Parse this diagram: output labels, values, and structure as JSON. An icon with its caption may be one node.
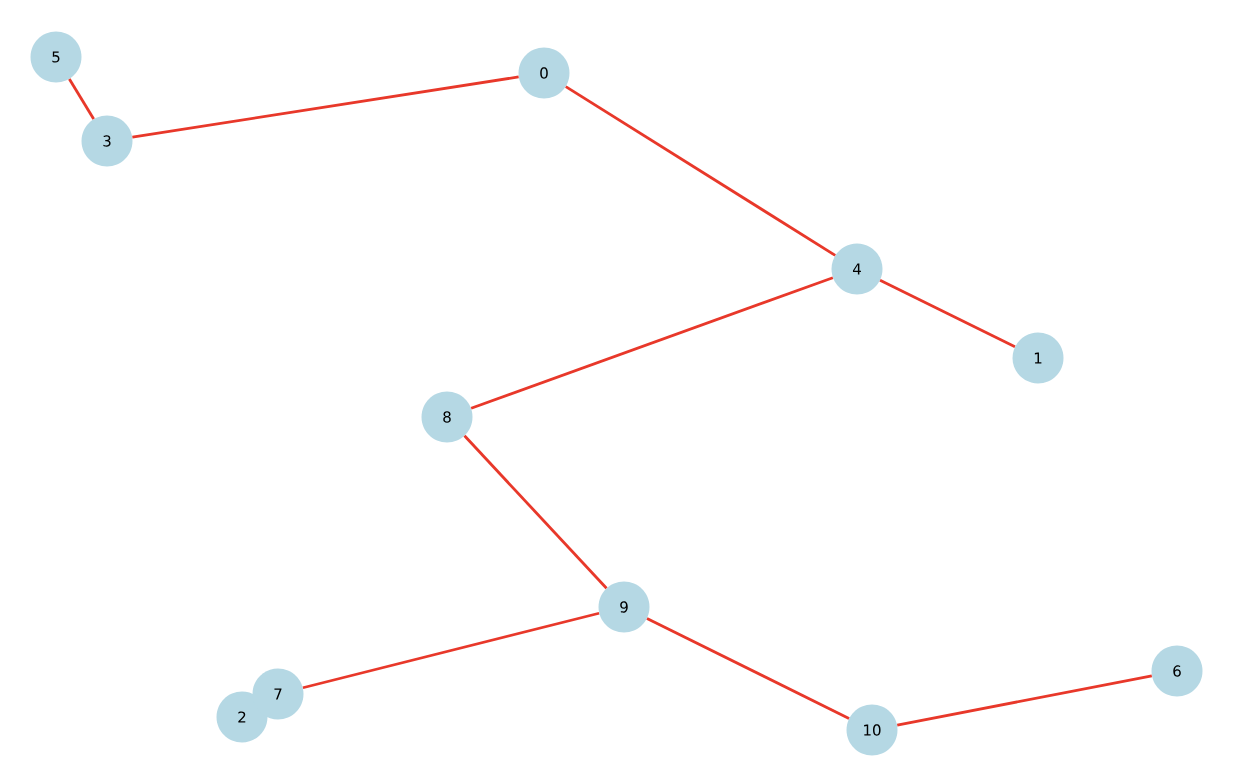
{
  "diagram": {
    "nodes": [
      {
        "text": [
          "5"
        ]
      },
      {
        "text": [
          "0"
        ]
      },
      {
        "text": [
          "3"
        ]
      },
      {
        "text": [
          "4"
        ]
      },
      {
        "text": [
          "1"
        ]
      },
      {
        "text": [
          "8"
        ]
      },
      {
        "text": [
          "9"
        ]
      },
      {
        "text": [
          "6"
        ]
      },
      {
        "text": [
          "7"
        ]
      },
      {
        "text": [
          "2"
        ]
      },
      {
        "text": [
          "10"
        ]
      }
    ],
    "edges": [
      {
        "from": 0,
        "to": 2,
        "arrow": "none"
      },
      {
        "from": 2,
        "to": 1,
        "arrow": "none"
      },
      {
        "from": 1,
        "to": 3,
        "arrow": "none"
      },
      {
        "from": 3,
        "to": 4,
        "arrow": "none"
      },
      {
        "from": 3,
        "to": 5,
        "arrow": "none"
      },
      {
        "from": 5,
        "to": 6,
        "arrow": "none"
      },
      {
        "from": 6,
        "to": 8,
        "arrow": "none"
      },
      {
        "from": 6,
        "to": 10,
        "arrow": "none"
      },
      {
        "from": 10,
        "to": 7,
        "arrow": "none"
      }
    ]
  }
}
